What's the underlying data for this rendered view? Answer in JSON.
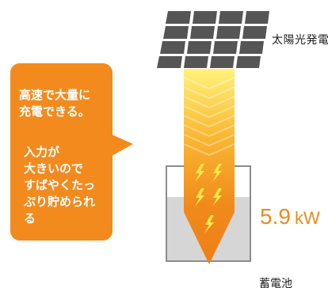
{
  "solar_panel": {
    "label": "太陽光発電",
    "icon": "solar-panel-icon"
  },
  "speech_bubble": {
    "headline_lines": [
      "高速で大量に",
      "充電できる。"
    ],
    "detail_lines": [
      "入力が",
      "大きいので",
      "すばやくたっ",
      "ぷり貯められ",
      "る"
    ],
    "color": "#f38a1e"
  },
  "charging_flow": {
    "icon": "lightning-bolt-icon",
    "bolt_count": 5,
    "colors": [
      "#ffe259",
      "#f08a1c"
    ]
  },
  "power": {
    "value": "5.9",
    "unit": "kW",
    "color": "#f08a1c"
  },
  "battery": {
    "label": "蓄電池",
    "fill_color": "#d6d6d6",
    "border_color": "#8c8c8c"
  }
}
